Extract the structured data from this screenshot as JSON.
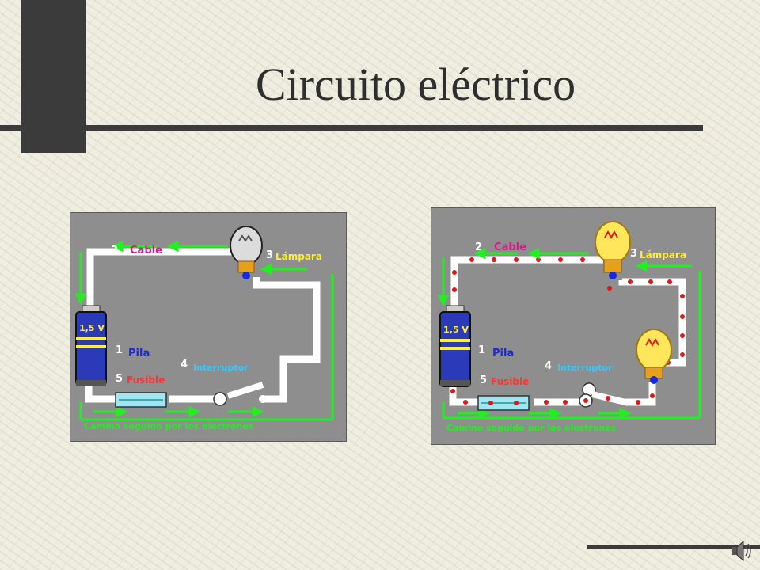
{
  "slide": {
    "title": "Circuito eléctrico"
  },
  "diagrams": [
    {
      "state": "open",
      "labels": {
        "n1": "1",
        "pila": "Pila",
        "n2": "2",
        "cable": "Cable",
        "n3": "3",
        "lampara": "Lámpara",
        "n4": "4",
        "interruptor": "Interruptor",
        "n5": "5",
        "fusible": "Fusible",
        "voltage": "1,5 V",
        "camino": "Camino seguido por los electrones"
      }
    },
    {
      "state": "closed",
      "labels": {
        "n1": "1",
        "pila": "Pila",
        "n2": "2",
        "cable": "Cable",
        "n3": "3",
        "lampara": "Lámpara",
        "n4": "4",
        "interruptor": "Interruptor",
        "n5": "5",
        "fusible": "Fusible",
        "voltage": "1,5 V",
        "camino": "Camino seguido por los electrones"
      }
    }
  ],
  "colors": {
    "panel_bg": "#8e8e8e",
    "wire": "#ffffff",
    "arrow": "#22ee22",
    "number": "#ffffff",
    "label_magenta": "#d81a8a",
    "label_yellow": "#ffee33",
    "label_cyan": "#33c8ff",
    "label_blue": "#1a2ad8",
    "label_red": "#ff3333",
    "electron": "#e01818",
    "bulb_on": "#ffe65a",
    "battery_blue": "#2a3ab8"
  },
  "icons": {
    "speaker": "speaker-icon"
  }
}
